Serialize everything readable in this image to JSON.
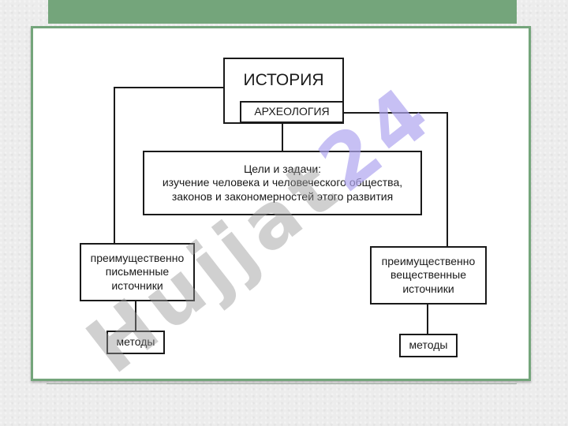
{
  "diagram": {
    "history": "ИСТОРИЯ",
    "archaeology": "АРХЕОЛОГИЯ",
    "goals": {
      "line1": "Цели и задачи:",
      "line2": "изучение человека и человеческого общества,",
      "line3": "законов и закономерностей этого развития"
    },
    "left_source": {
      "line1": "преимущественно",
      "line2": "письменные",
      "line3": "источники"
    },
    "right_source": {
      "line1": "преимущественно",
      "line2": "вещественные",
      "line3": "источники"
    },
    "left_methods": "методы",
    "right_methods": "методы"
  },
  "watermark": {
    "part1": "Hujjat",
    "part2": "24",
    "color_grey": "#969696",
    "color_violet": "#afa5f0"
  },
  "colors": {
    "accent_green": "#74a57b"
  }
}
